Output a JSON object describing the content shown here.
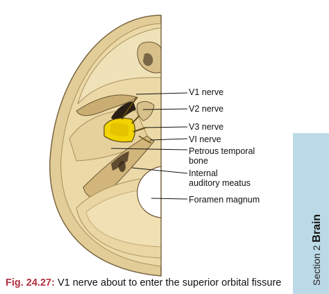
{
  "labels": {
    "v1": "V1 nerve",
    "v2": "V2 nerve",
    "v3": "V3 nerve",
    "vi": "VI nerve",
    "petrous_line1": "Petrous temporal",
    "petrous_line2": "bone",
    "meatus_line1": "Internal",
    "meatus_line2": "auditory meatus",
    "foramen": "Foramen magnum"
  },
  "side_tab": {
    "section": "Section 2",
    "topic": "Brain"
  },
  "caption": {
    "fig_number": "Fig. 24.27:",
    "text": "V1 nerve about to enter the superior orbital fissure"
  },
  "colors": {
    "bone": "#e2cc98",
    "bone_light": "#f0e2b8",
    "bone_dark": "#c9ad72",
    "nerve_yellow": "#f1d400",
    "tab_blue": "#bcd9e8",
    "caption_red": "#b03040"
  },
  "icons": [
    "skull-illustration"
  ]
}
